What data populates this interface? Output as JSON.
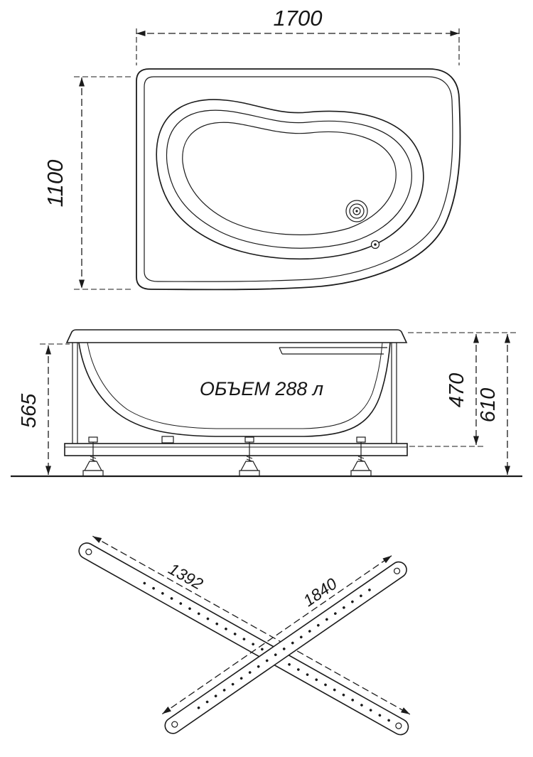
{
  "colors": {
    "ink": "#1b1b1b",
    "background": "#ffffff"
  },
  "top_view": {
    "width_mm": "1700",
    "depth_mm": "1100"
  },
  "side_view": {
    "volume_text": "ОБЪЕМ 288 л",
    "height_left_mm": "565",
    "height_tub_mm": "470",
    "height_total_mm": "610"
  },
  "rails": {
    "rail_short_mm": "1392",
    "rail_long_mm": "1840"
  }
}
